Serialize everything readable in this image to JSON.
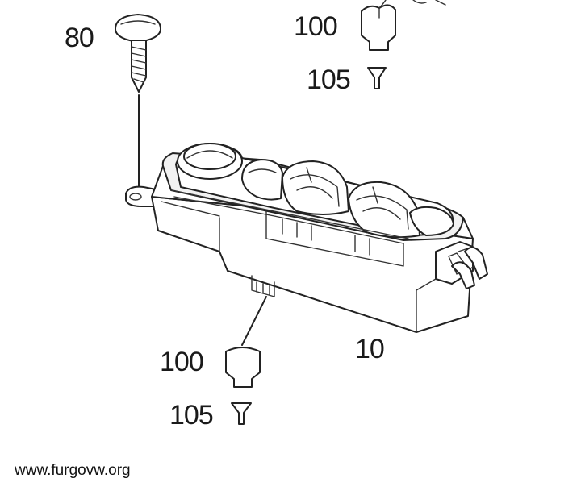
{
  "callouts": {
    "screw": "80",
    "top_plug": "100",
    "top_pin": "105",
    "switch_unit": "10",
    "bottom_plug": "100",
    "bottom_pin": "105"
  },
  "watermark": "www.furgovw.org",
  "colors": {
    "line": "#222222",
    "background": "#ffffff",
    "part_fill": "#f2f2f2"
  },
  "icons": {
    "screw": "screw-icon",
    "plug": "connector-plug-icon",
    "pin": "terminal-pin-icon",
    "switch": "window-switch-icon"
  }
}
